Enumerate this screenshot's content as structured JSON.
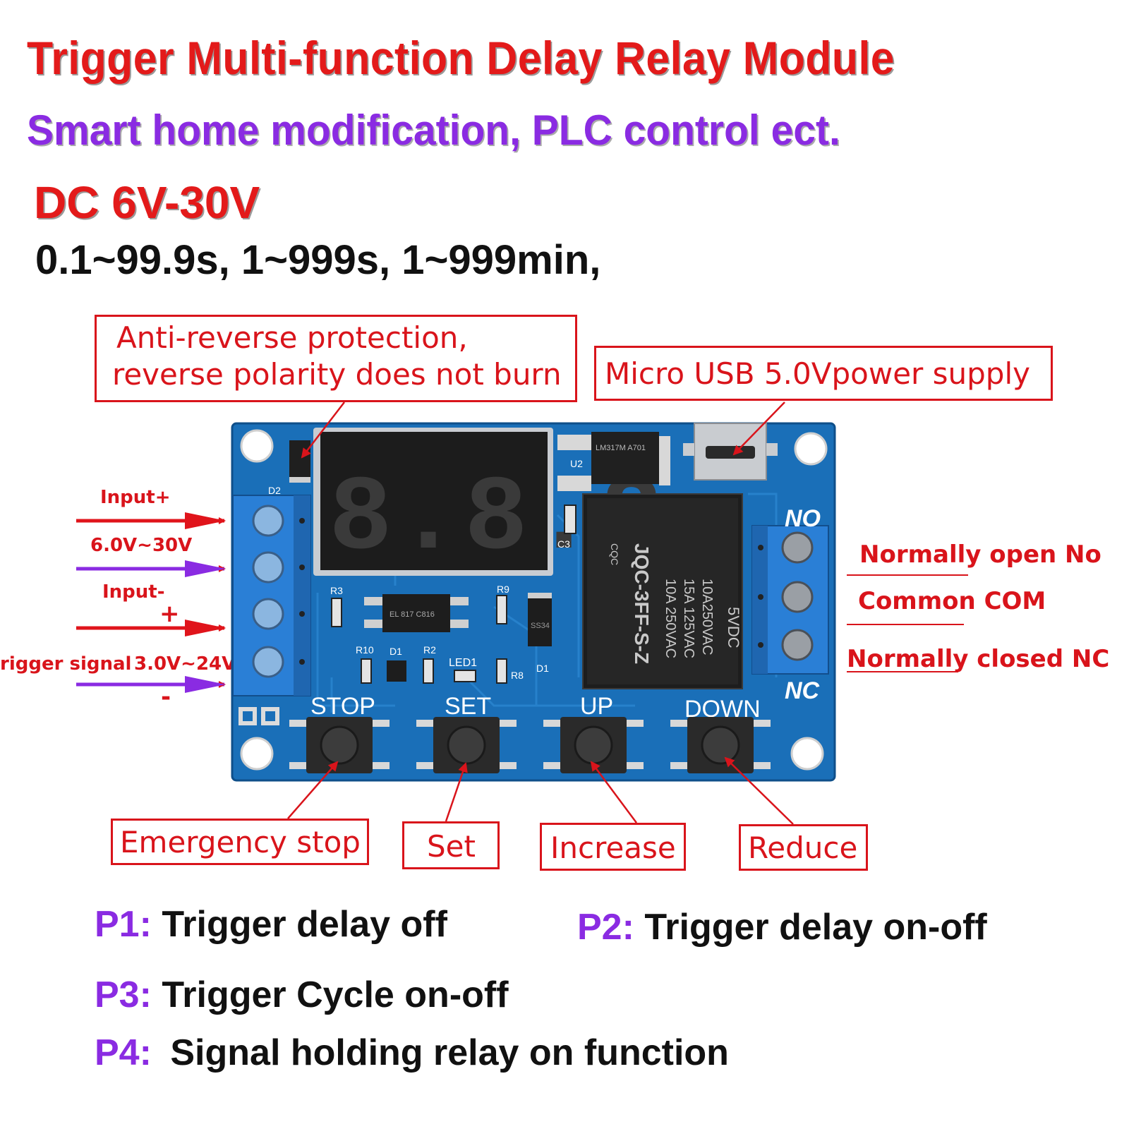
{
  "header": {
    "title": "Trigger Multi-function Delay Relay Module",
    "subtitle": "Smart home modification, PLC control ect.",
    "voltage": "DC 6V-30V",
    "ranges": "0.1~99.9s, 1~999s, 1~999min,"
  },
  "callouts": {
    "anti_reverse_line1": "Anti-reverse protection,",
    "anti_reverse_line2": "reverse polarity does not burn",
    "micro_usb": "Micro USB 5.0Vpower supply",
    "emergency_stop": "Emergency stop",
    "set": "Set",
    "increase": "Increase",
    "reduce": "Reduce"
  },
  "inputs": {
    "input_plus": "Input+",
    "input_range": "6.0V~30V",
    "input_minus": "Input-",
    "plus_sign": "+",
    "trigger_signal": "rigger signal",
    "trigger_range": "3.0V~24V",
    "minus_sign": "-"
  },
  "outputs": {
    "normally_open": "Normally open No",
    "common": "Common COM",
    "normally_closed": "Normally closed NC"
  },
  "board": {
    "display": "8.8.8.",
    "no_mark": "NO",
    "nc_mark": "NC",
    "button_stop": "STOP",
    "button_set": "SET",
    "button_up": "UP",
    "button_down": "DOWN",
    "relay_model": "JQC-3FF-S-Z",
    "relay_rating_1": "5VDC",
    "relay_rating_2": "10A250VAC",
    "relay_rating_3": "15A 125VAC",
    "relay_rating_4": "10A 250VAC",
    "relay_cert": "CQC",
    "silk_d2": "D2",
    "silk_u2": "U2",
    "silk_r3": "R3",
    "silk_r9": "R9",
    "silk_r10": "R10",
    "silk_r2": "R2",
    "silk_d1a": "D1",
    "silk_d1b": "D1",
    "silk_led1": "LED1",
    "silk_r8": "R8",
    "silk_c3": "C3",
    "optocoupler": "EL 817 C816",
    "diode_mark": "SS34",
    "regulator": "LM317M A701"
  },
  "modes": [
    {
      "key": "P1:",
      "text": "Trigger delay off"
    },
    {
      "key": "P2:",
      "text": "Trigger delay on-off"
    },
    {
      "key": "P3:",
      "text": "Trigger Cycle on-off"
    },
    {
      "key": "P4:",
      "text": "Signal holding relay on function"
    }
  ],
  "colors": {
    "title_red": "#e31a1a",
    "subtitle_purple": "#8a2be2",
    "callout_red": "#d9141b",
    "board_blue": "#1a6fb8",
    "terminal_blue": "#2a7fd6",
    "arrow_red": "#e0141b",
    "arrow_purple": "#8a2be2"
  }
}
